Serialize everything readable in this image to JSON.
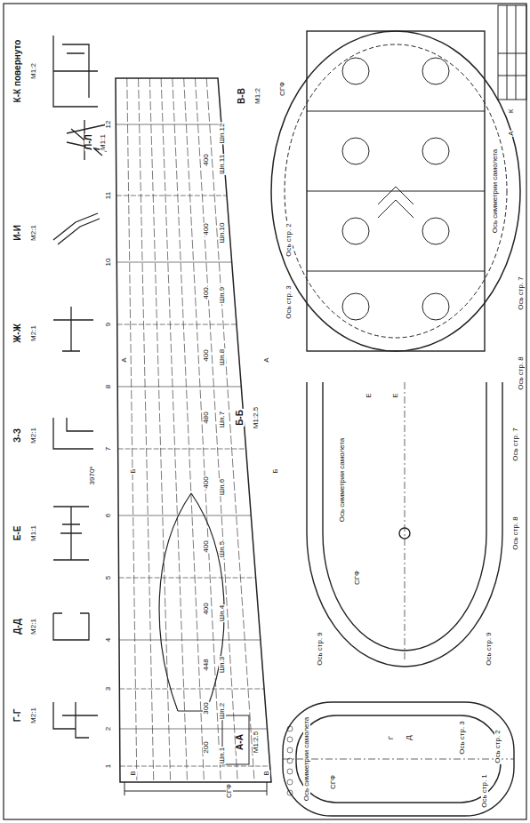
{
  "diagram": {
    "labels": [
      "Г-Г",
      "М2:1",
      "Д-Д",
      "М2:1",
      "Е-Е",
      "М1:1",
      "З-З",
      "М2:1",
      "Ж-Ж",
      "М2:1",
      "И-И",
      "М2:1",
      "К-К повернуто",
      "М1:2",
      "Л-Л",
      "М1:1",
      "В-В",
      "М1:2",
      "Б-Б",
      "М1:2.5",
      "А-А",
      "М1:2.5",
      "3970*",
      "СГФ",
      "1",
      "2",
      "3",
      "4",
      "5",
      "6",
      "7",
      "8",
      "9",
      "10",
      "11",
      "12",
      "Шп.1",
      "Шп.2",
      "Шп.3",
      "Шп.4",
      "Шп.5",
      "Шп.6",
      "Шп.7",
      "Шп.8",
      "Шп.9",
      "Шп.10",
      "Шп.11",
      "Шп.12",
      "200",
      "300",
      "448",
      "400",
      "400",
      "400",
      "480",
      "400",
      "400",
      "400",
      "400",
      "А",
      "А",
      "Б",
      "Б",
      "В",
      "В",
      "К",
      "А",
      "Е",
      "Е",
      "Г",
      "Д",
      "СГФ",
      "СГФ",
      "СГФ",
      "Ось симметрии самолета",
      "Ось симметрии самолета",
      "Ось симметрии самолета",
      "Ось стр. 1",
      "Ось стр. 2",
      "Ось стр. 3",
      "Ось стр. 2",
      "Ось стр. 3",
      "Ось стр. 7",
      "Ось стр. 8",
      "Ось стр. 7",
      "Ось стр. 8",
      "Ось стр. 9",
      "Ось стр. 9"
    ]
  }
}
